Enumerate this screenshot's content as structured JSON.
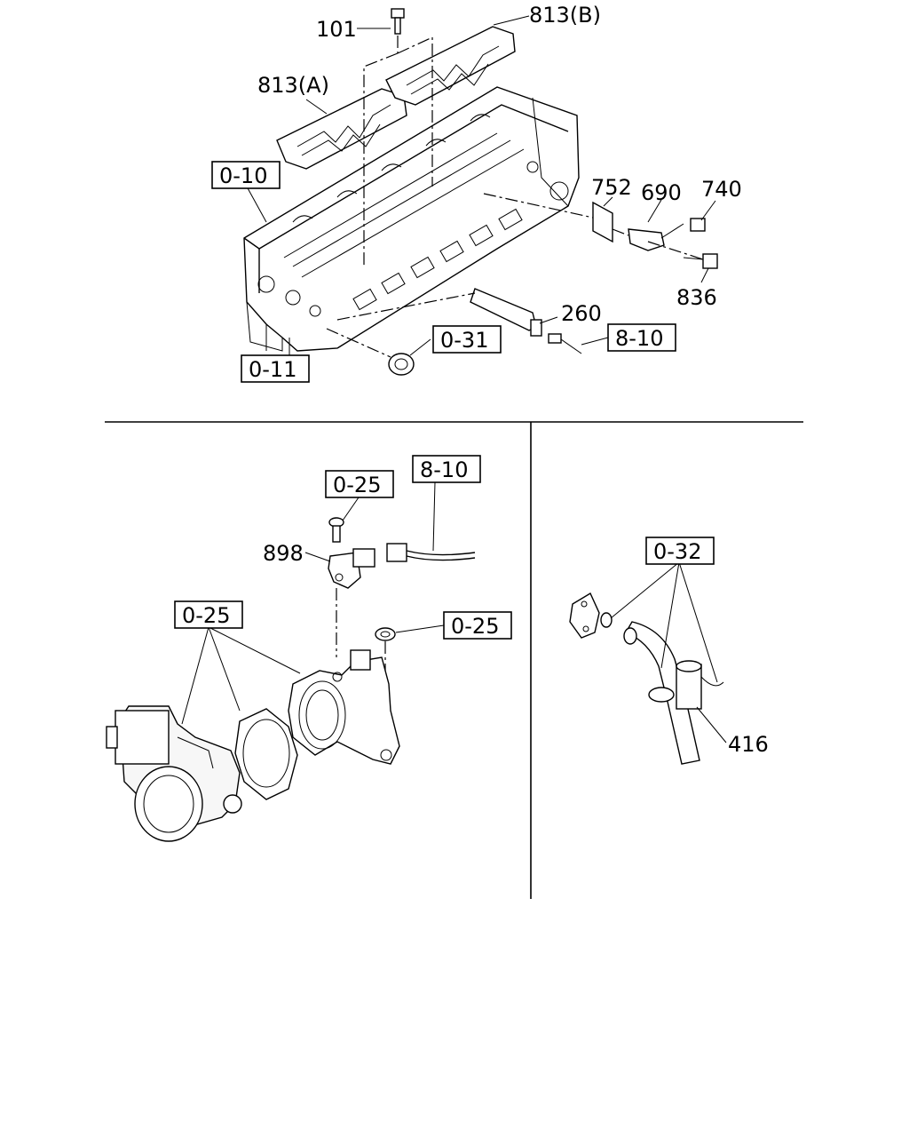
{
  "diagram": {
    "top_section": {
      "labels": {
        "bolt_101": "101",
        "gasket_813b": "813(B)",
        "gasket_813a": "813(A)",
        "gasket_752": "752",
        "sensor_690": "690",
        "nut_740": "740",
        "bolt_836": "836",
        "sensor_260": "260"
      },
      "refs": {
        "ref_0_10": "0-10",
        "ref_0_11": "0-11",
        "ref_0_31": "0-31",
        "ref_8_10": "8-10"
      }
    },
    "bottom_left_section": {
      "labels": {
        "sensor_898": "898"
      },
      "refs": {
        "ref_0_25_bolt": "0-25",
        "ref_8_10": "8-10",
        "ref_0_25_throttle": "0-25",
        "ref_0_25_nut": "0-25"
      }
    },
    "bottom_right_section": {
      "labels": {
        "sensor_416": "416"
      },
      "refs": {
        "ref_0_32": "0-32"
      }
    }
  }
}
